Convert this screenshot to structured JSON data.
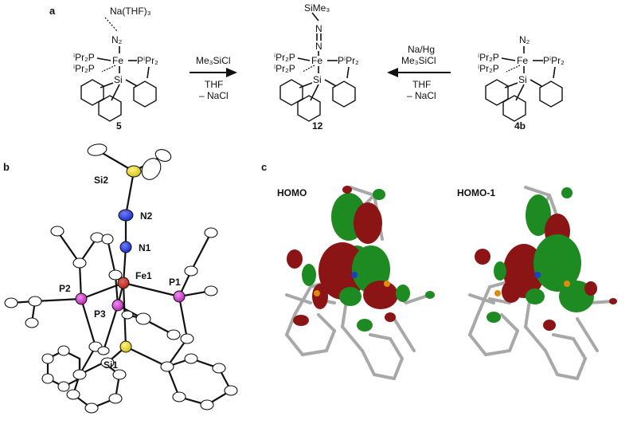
{
  "panels": {
    "a": "a",
    "b": "b",
    "c": "c"
  },
  "scheme": {
    "compound_left": {
      "id": "5",
      "axial_ligand": "Na(THF)₃",
      "n2_label": "N₂",
      "fe": "Fe",
      "si": "Si",
      "p_left_top": "ⁱPr₂P",
      "p_left_bottom": "ⁱPr₂P",
      "p_right": "PⁱPr₂"
    },
    "arrow_right": {
      "reagent": "Me₃SiCl",
      "solvent": "THF",
      "byproduct": "– NaCl"
    },
    "compound_center": {
      "id": "12",
      "axial_ligand": "SiMe₃",
      "n1": "N",
      "n2": "N",
      "fe": "Fe",
      "si": "Si",
      "p_left_top": "ⁱPr₂P",
      "p_left_bottom": "ⁱPr₂P",
      "p_right": "PⁱPr₂"
    },
    "arrow_left": {
      "reagent1": "Na/Hg",
      "reagent2": "Me₃SiCl",
      "solvent": "THF",
      "byproduct": "– NaCl"
    },
    "compound_right": {
      "id": "4b",
      "n2_label": "N₂",
      "fe": "Fe",
      "si": "Si",
      "p_left_top": "ⁱPr₂P",
      "p_left_bottom": "ⁱPr₂P",
      "p_right": "PⁱPr₂"
    }
  },
  "crystal_structure": {
    "atom_labels": {
      "si2": "Si2",
      "n2": "N2",
      "n1": "N1",
      "fe1": "Fe1",
      "p1": "P1",
      "p2": "P2",
      "p3": "P3",
      "si1": "Si1"
    },
    "colors": {
      "fe": "#b42418",
      "n": "#1c2fd0",
      "p": "#d040d0",
      "si": "#e6d22a",
      "c": "#ffffff"
    }
  },
  "orbitals": {
    "homo_label": "HOMO",
    "homo1_label": "HOMO-1",
    "colors": {
      "phase_a": "#8b1414",
      "phase_b": "#1e8a22",
      "fe": "#1c3fbf",
      "p": "#e08a10",
      "stick": "#a8a8a8"
    }
  }
}
